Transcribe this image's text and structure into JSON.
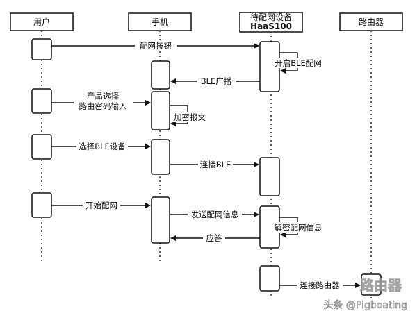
{
  "participants": [
    {
      "id": "user",
      "label": "用户"
    },
    {
      "id": "phone",
      "label": "手机"
    },
    {
      "id": "device",
      "label_line1": "待配网设备",
      "label_line2": "HaaS100"
    },
    {
      "id": "router",
      "label": "路由器"
    }
  ],
  "messages": [
    {
      "id": "m1",
      "from": "user",
      "to": "device",
      "text": "配网按钮"
    },
    {
      "id": "m2",
      "from": "device",
      "to": "device",
      "text": "开启BLE配网"
    },
    {
      "id": "m3",
      "from": "device",
      "to": "phone",
      "text": "BLE广播"
    },
    {
      "id": "m4",
      "from": "user",
      "to": "phone",
      "text_line1": "产品选择",
      "text_line2": "路由密码输入"
    },
    {
      "id": "m5",
      "from": "phone",
      "to": "phone",
      "text": "加密报文"
    },
    {
      "id": "m6",
      "from": "user",
      "to": "phone",
      "text": "选择BLE设备"
    },
    {
      "id": "m7",
      "from": "phone",
      "to": "device",
      "text": "连接BLE"
    },
    {
      "id": "m8",
      "from": "user",
      "to": "phone",
      "text": "开始配网"
    },
    {
      "id": "m9",
      "from": "phone",
      "to": "device",
      "text": "发送配网信息"
    },
    {
      "id": "m10",
      "from": "device",
      "to": "device",
      "text": "解密配网信息"
    },
    {
      "id": "m11",
      "from": "device",
      "to": "phone",
      "text": "应答"
    },
    {
      "id": "m12",
      "from": "device",
      "to": "router",
      "text": "连接路由器"
    }
  ],
  "watermark": {
    "overlay_text": "路由器",
    "source_text": "头条 @Pigboating"
  }
}
